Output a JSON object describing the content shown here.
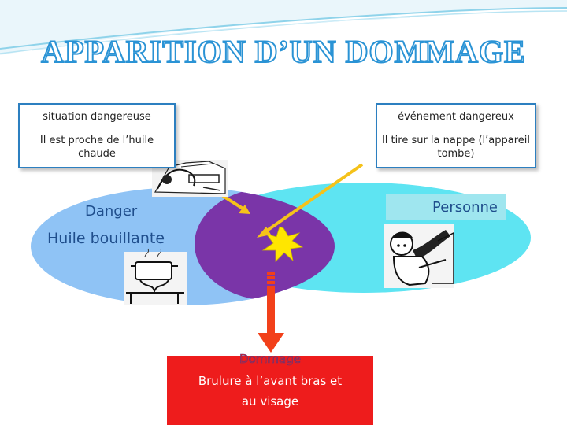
{
  "title": "APPARITION D’UN DOMMAGE",
  "left_box": {
    "heading": "situation dangereuse",
    "text": "Il est proche de l’huile chaude"
  },
  "right_box": {
    "heading": "événement dangereux",
    "text": "Il tire sur la nappe (l’appareil tombe)"
  },
  "labels": {
    "danger": "Danger",
    "hazard": "Huile bouillante",
    "person": "Personne"
  },
  "damage": {
    "title": "Dommage",
    "line1": "Brulure à l’avant bras et",
    "line2": "au visage"
  },
  "colors": {
    "left_ellipse": "#8fc3f5",
    "right_ellipse": "#5ee4f2",
    "overlap": "#7a35a8",
    "burst": "#ffe600",
    "arrow_red": "#f2401a",
    "arrow_yellow": "#f5c21a",
    "box_border": "#2c7fc0",
    "damage_bg": "#ee1c1c"
  }
}
